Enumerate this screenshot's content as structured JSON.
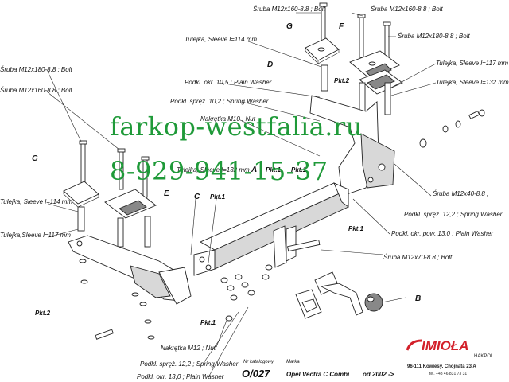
{
  "labels": {
    "bolt_160_top_left": "Śruba M12x160-8.8 ;  Bolt",
    "bolt_160_top_right": "Śruba M12x160-8.8 ;  Bolt",
    "bolt_180_right": "Śruba M12x180-8.8 ;  Bolt",
    "sleeve_114_top": "Tulejka, Sleeve  l=114 mm",
    "sleeve_117_right": "Tulejka, Sleeve l=117 mm",
    "sleeve_132_right": "Tulejka, Sleeve l=132 mm",
    "plain_washer_105": "Podkl. okr. 10,5 ; Plain Washer",
    "spring_washer_102": "Podkl. spręż. 10,2 ; Spring Washer",
    "nut_m10": "Nakrętka  M10 ; Nut",
    "bolt_180_left": "Śruba M12x180-8.8 ;  Bolt",
    "bolt_160_left": "Śruba M12x160-8.8 ;  Bolt",
    "sleeve_114_left": "Tulejka, Sleeve l=114 mm",
    "sleeve_117_left": "Tulejka,Sleeve  l=117 mm",
    "sleeve_132_mid": "Tulejka, Sleeve l=132 mm",
    "bolt_m12x40": "Śruba M12x40-8.8 ;",
    "spring_washer_122_right": "Podkl. spręż. 12,2 ; Spring Washer",
    "plain_washer_130_right": "Podkl. okr. pow. 13,0 ; Plain Washer",
    "bolt_m12x70": "Śruba M12x70-8.8 ;  Bolt",
    "nut_m12": "Nakrętka  M12 ; Nut",
    "spring_washer_122_bottom": "Podkl. spręż. 12,2 ; Spring Washer",
    "plain_washer_130_bottom": "Podkl. okr. 13,0 ; Plain Washer"
  },
  "refs": {
    "G1": "G",
    "F": "F",
    "D": "D",
    "G2": "G",
    "E": "E",
    "C": "C",
    "A": "A",
    "B": "B",
    "pkt2_top": "Pkt.2",
    "pkt2_left": "Pkt.2",
    "pkt1_a": "Pkt.1",
    "pkt1_b": "Pkt.1",
    "pkt1_c": "Pkt.1",
    "pkt1_d": "Pkt.1",
    "pkt1_e": "Pkt.1"
  },
  "watermark": {
    "site": "farkop-westfalia.ru",
    "phone": "8-929-941-15-37"
  },
  "footer": {
    "catalog_label": "Nr katalogowy",
    "catalog_no": "O/027",
    "brand_label": "Marka",
    "model": "Opel Vectra C Combi",
    "year": "od 2002 ->"
  },
  "logo": {
    "name": "IMIOŁA",
    "sub": "HAKPOL",
    "address": "96-111 Kowiesy, Chojnata 23 A",
    "phone": "tel. +48 46 831 73 31"
  },
  "colors": {
    "watermark": "#1f9a39",
    "logo_red": "#d3202a"
  }
}
